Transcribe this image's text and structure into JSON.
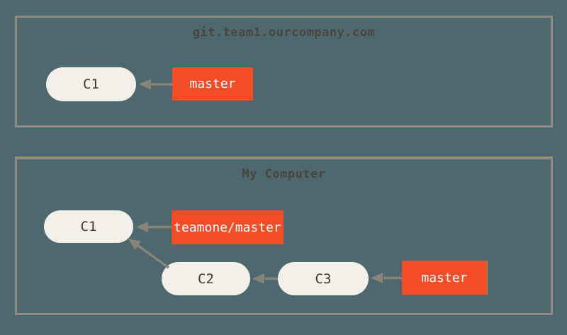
{
  "colors": {
    "background": "#4d686e",
    "panel-border": "#8f8a83",
    "node-fill": "#f2f0e8",
    "node-text": "#3f3a32",
    "branch-fill": "#f24d27",
    "branch-text": "#ffffff",
    "arrow": "#8a8478",
    "title-text": "#4a453d",
    "accent-line": "#9b9747"
  },
  "panels": [
    {
      "title": "git.team1.ourcompany.com",
      "nodes": [
        {
          "label": "C1"
        }
      ],
      "branches": [
        {
          "label": "master"
        }
      ]
    },
    {
      "title": "My Computer",
      "nodes": [
        {
          "label": "C1"
        },
        {
          "label": "C2"
        },
        {
          "label": "C3"
        }
      ],
      "branches": [
        {
          "label": "teamone/master"
        },
        {
          "label": "master"
        }
      ]
    }
  ],
  "edges": [
    {
      "panel": "git.team1.ourcompany.com",
      "from": "master",
      "to": "C1"
    },
    {
      "panel": "My Computer",
      "from": "teamone/master",
      "to": "C1"
    },
    {
      "panel": "My Computer",
      "from": "C2",
      "to": "C1"
    },
    {
      "panel": "My Computer",
      "from": "C3",
      "to": "C2"
    },
    {
      "panel": "My Computer",
      "from": "master",
      "to": "C3"
    }
  ]
}
